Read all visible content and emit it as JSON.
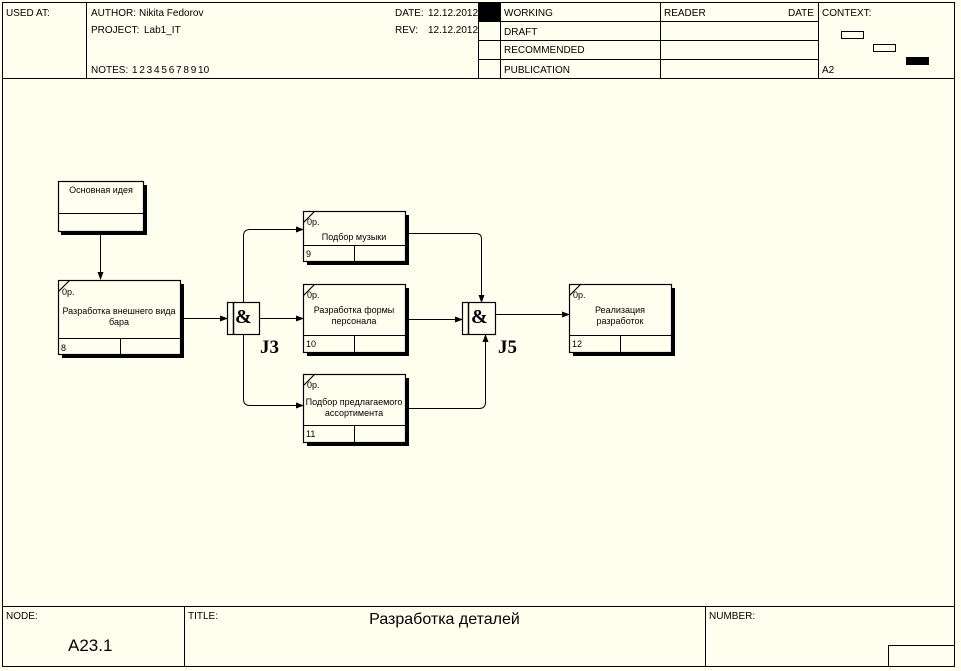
{
  "header": {
    "used_at_label": "USED AT:",
    "author_label": "AUTHOR:",
    "author_value": "Nikita Fedorov",
    "project_label": "PROJECT:",
    "project_value": "Lab1_IT",
    "date_label": "DATE:",
    "date_value": "12.12.2012",
    "rev_label": "REV:",
    "rev_value": "12.12.2012",
    "notes_label": "NOTES:",
    "notes_value": "1  2  3  4  5  6  7  8  9  10",
    "status_items": [
      "WORKING",
      "DRAFT",
      "RECOMMENDED",
      "PUBLICATION"
    ],
    "reader_label": "READER",
    "reader_date_label": "DATE",
    "context_label": "CONTEXT:",
    "context_node": "A2"
  },
  "diagram": {
    "boxes": [
      {
        "id": "idea",
        "label": "Основная идея",
        "cost": "",
        "number": ""
      },
      {
        "id": "b8",
        "label": "Разработка внешнего вида бара",
        "cost": "0р.",
        "number": "8"
      },
      {
        "id": "b9",
        "label": "Подбор музыки",
        "cost": "0р.",
        "number": "9"
      },
      {
        "id": "b10",
        "label": "Разработка формы персонала",
        "cost": "0р.",
        "number": "10"
      },
      {
        "id": "b11",
        "label": "Подбор предлагаемого ассортимента",
        "cost": "0р.",
        "number": "11"
      },
      {
        "id": "b12",
        "label": "Реализация разработок",
        "cost": "0р.",
        "number": "12"
      }
    ],
    "junctions": [
      {
        "id": "j3",
        "symbol": "&",
        "label": "J3"
      },
      {
        "id": "j5",
        "symbol": "&",
        "label": "J5"
      }
    ]
  },
  "footer": {
    "node_label": "NODE:",
    "node_value": "A23.1",
    "title_label": "TITLE:",
    "title_value": "Разработка деталей",
    "number_label": "NUMBER:"
  }
}
